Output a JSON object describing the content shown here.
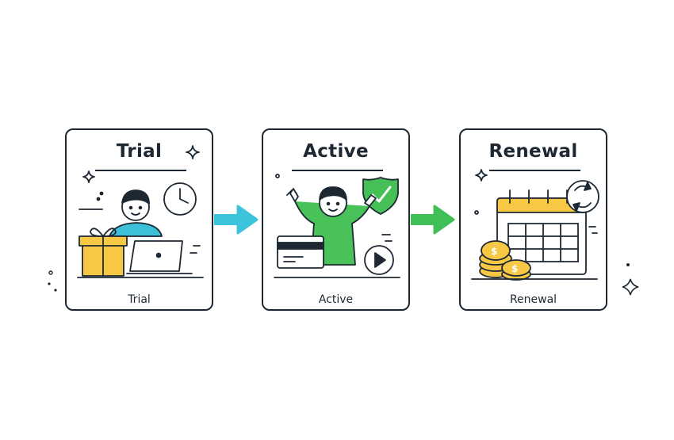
{
  "stages": [
    {
      "title": "Trial",
      "caption": "Trial"
    },
    {
      "title": "Active",
      "caption": "Active"
    },
    {
      "title": "Renewal",
      "caption": "Renewal"
    }
  ],
  "colors": {
    "outline": "#1d2833",
    "trial_arrow": "#3cc4dc",
    "active_arrow": "#3fbf55",
    "person_shirt_trial": "#3cbfd9",
    "person_shirt_active": "#49c25a",
    "gift": "#f6c844",
    "badge": "#44c056",
    "calendar_header": "#f6c844",
    "coin": "#f6c844"
  },
  "icons": [
    "gift-icon",
    "laptop-icon",
    "clock-icon",
    "credit-card-icon",
    "play-icon",
    "check-badge-icon",
    "calendar-icon",
    "renew-icon",
    "coins-icon",
    "sparkle-icon"
  ]
}
